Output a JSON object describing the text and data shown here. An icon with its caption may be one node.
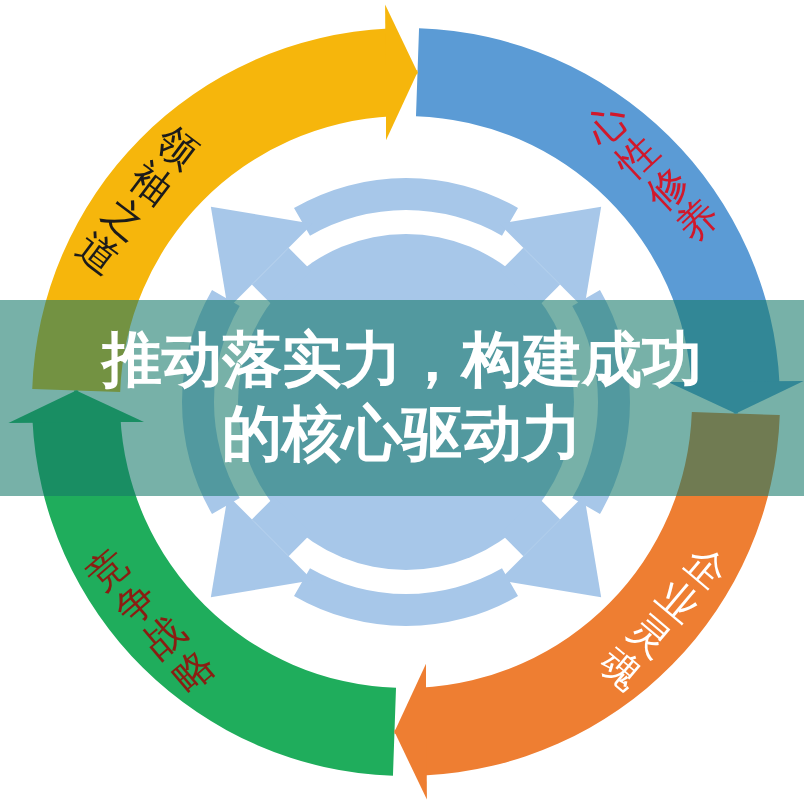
{
  "diagram": {
    "title": "推动落实力，构建成功的核心驱动力",
    "nodes": [
      {
        "text": [
          "领袖之道"
        ]
      },
      {
        "text": [
          "心性修养"
        ]
      },
      {
        "text": [
          "企业灵魂"
        ]
      },
      {
        "text": [
          "竞争战略"
        ]
      }
    ],
    "edges": [
      {
        "from": 0,
        "to": 1,
        "arrow": "to",
        "color": "#f6b60c"
      },
      {
        "from": 1,
        "to": 2,
        "arrow": "to",
        "color": "#5b9bd5"
      },
      {
        "from": 2,
        "to": 3,
        "arrow": "to",
        "color": "#ee7e32"
      },
      {
        "from": 3,
        "to": 0,
        "arrow": "to",
        "color": "#1fad5c"
      }
    ]
  }
}
